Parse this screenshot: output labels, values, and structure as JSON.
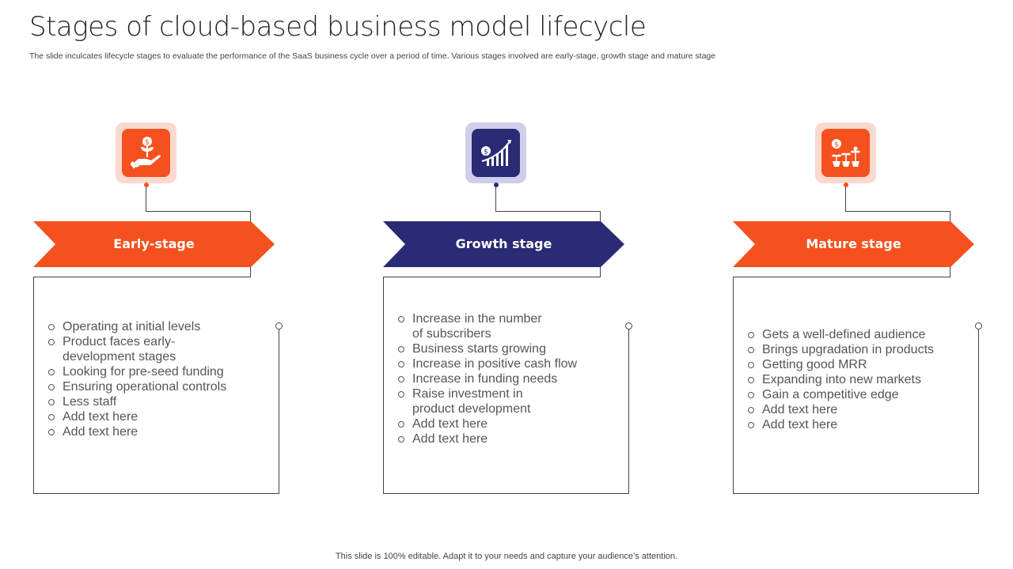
{
  "title": "Stages of cloud-based business model lifecycle",
  "subtitle": "The slide inculcates lifecycle stages to evaluate the performance of the SaaS business cycle over a period of time. Various stages involved are early-stage, growth stage and mature stage",
  "footer": "This slide is 100% editable. Adapt it to your needs and capture your audience’s attention.",
  "stages": [
    {
      "label": "Early-stage",
      "icon": "money-plant-hand-icon",
      "color": "#f4511e",
      "light": "#fbd9cf",
      "items": [
        "Operating at initial levels",
        "Product faces early-\ndevelopment stages",
        "Looking for pre-seed funding",
        "Ensuring operational controls",
        "Less staff",
        "Add text here",
        "Add text here"
      ]
    },
    {
      "label": "Growth stage",
      "icon": "growth-chart-icon",
      "color": "#2b2a74",
      "light": "#cfcfea",
      "items": [
        "Increase  in the number\nof subscribers",
        "Business starts growing",
        "Increase  in positive cash flow",
        "Increase  in funding needs",
        "Raise investment  in\nproduct development",
        "Add text here",
        "Add text here"
      ]
    },
    {
      "label": "Mature stage",
      "icon": "potted-plants-money-icon",
      "color": "#f4511e",
      "light": "#fbd9cf",
      "items": [
        "Gets a well-defined audience",
        "Brings upgradation in products",
        "Getting good MRR",
        "Expanding into new markets",
        "Gain a competitive edge",
        "Add text here",
        "Add text here"
      ]
    }
  ]
}
